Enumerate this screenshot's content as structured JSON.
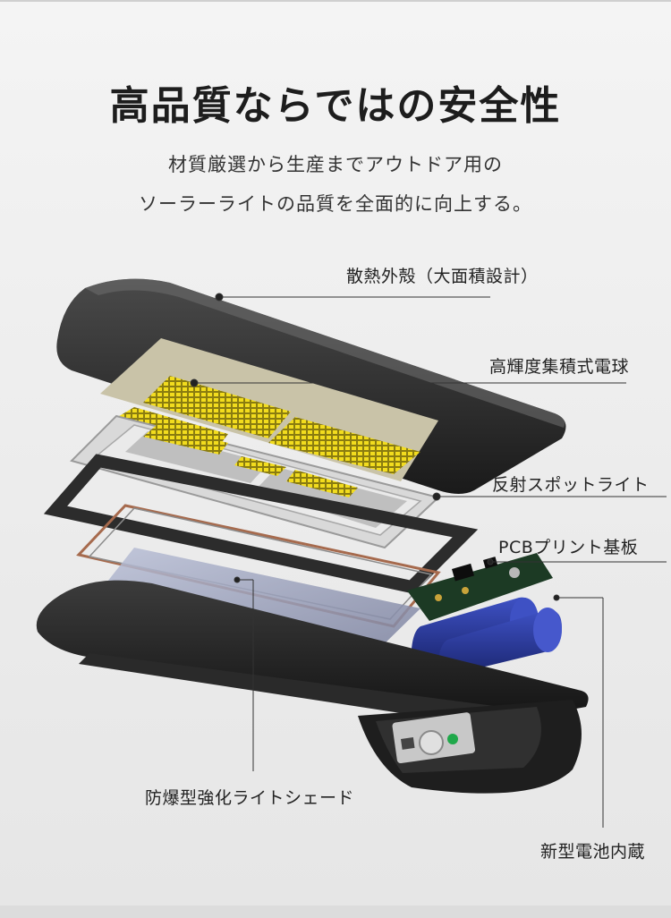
{
  "header": {
    "title": "高品質ならではの安全性",
    "subtitle_line1": "材質厳選から生産までアウトドア用の",
    "subtitle_line2": "ソーラーライトの品質を全面的に向上する。"
  },
  "callouts": {
    "housing": "散熱外殻（大面積設計）",
    "led": "高輝度集積式電球",
    "reflector": "反射スポットライト",
    "pcb": "PCBプリント基板",
    "shade": "防爆型強化ライトシェード",
    "battery": "新型電池内蔵"
  },
  "colors": {
    "led_yellow": "#e8d21a",
    "battery_blue": "#2a3a9c",
    "housing_dark": "#2b2b2b",
    "indicator_green": "#1fa84a"
  }
}
